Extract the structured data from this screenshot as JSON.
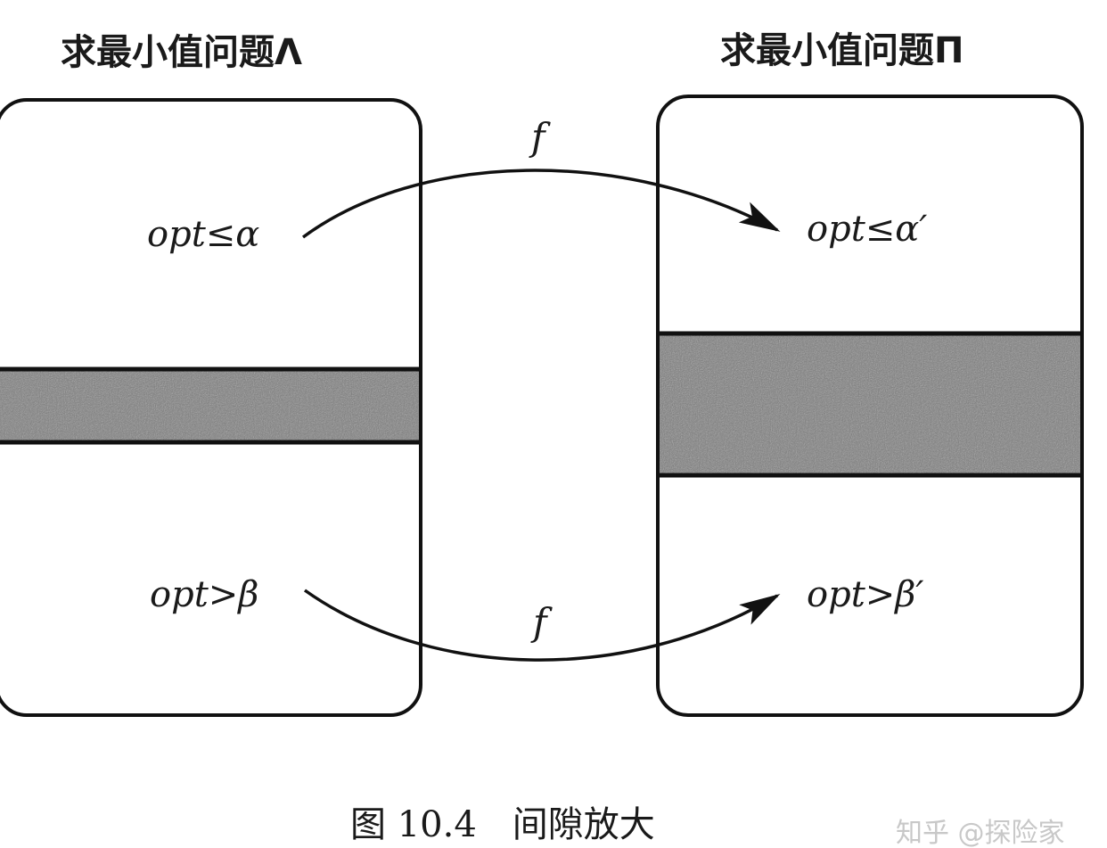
{
  "left_problem": {
    "title": "求最小值问题Λ",
    "upper_condition": "opt≤α",
    "lower_condition": "opt>β"
  },
  "right_problem": {
    "title": "求最小值问题Π",
    "upper_condition": "opt≤α′",
    "lower_condition": "opt>β′"
  },
  "mapping": {
    "upper_label": "f",
    "lower_label": "f"
  },
  "caption": "图 10.4　间隙放大",
  "watermark": "知乎 @探险家",
  "colors": {
    "outline": "#111111",
    "gap_band": "#7a7a7a",
    "background": "#ffffff"
  }
}
